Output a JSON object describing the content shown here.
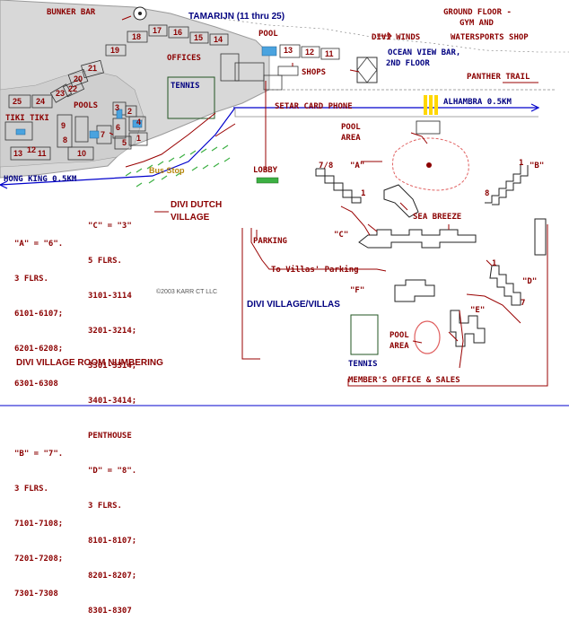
{
  "title": "DIVI VILLAGE ROOM NUMBERING",
  "places": {
    "bunker_bar": "BUNKER BAR",
    "tamarijn": "TAMARIJN (11 thru 25)",
    "pool_top": "POOL",
    "offices": "OFFICES",
    "shops": "SHOPS",
    "tennis_left": "TENNIS",
    "ground_floor": "GROUND FLOOR -",
    "gym_and": "GYM AND",
    "divi_winds": "DIVI WINDS",
    "watersports": "WATERSPORTS SHOP",
    "ocean_view": "OCEAN VIEW BAR,",
    "second_floor": "2ND FLOOR",
    "panther_trail": "PANTHER TRAIL",
    "alhambra": "ALHAMBRA 0.5KM",
    "setar": "SETAR CARD PHONE",
    "tiki_tiki": "TIKI TIKI",
    "pools_left": "POOLS",
    "bus_stop": "Bus Stop",
    "hong_king": "HONG KING 0.5KM",
    "pool_area": "POOL",
    "pool_area2": "AREA",
    "lobby": "LOBBY",
    "sea_breeze": "SEA BREEZE",
    "divi_dutch": "DIVI DUTCH",
    "village": "VILLAGE",
    "parking": "PARKING",
    "to_villas": "To Villas' Parking",
    "divi_villas": "DIVI VILLAGE/VILLAS",
    "pool_area_bottom": "POOL",
    "pool_area_bottom2": "AREA",
    "tennis_bottom": "TENNIS",
    "members_office": "MEMBER'S OFFICE & SALES",
    "copyright": "©2003 KARR CT LLC"
  },
  "building_labels": {
    "a": "\"A\"",
    "a_78": "7/8",
    "a_1": "1",
    "b": "\"B\"",
    "b_1": "1",
    "b_8": "8",
    "c": "\"C\"",
    "d": "\"D\"",
    "d_1": "1",
    "d_7": "7",
    "e": "\"E\"",
    "f": "\"F\""
  },
  "tamarijn_numbers": [
    "18",
    "17",
    "16",
    "15",
    "14",
    "19",
    "13",
    "12",
    "11",
    "20",
    "21",
    "22",
    "23",
    "24",
    "25",
    "13",
    "12",
    "11",
    "10",
    "9",
    "8",
    "7",
    "6",
    "5",
    "4",
    "3",
    "2",
    "1"
  ],
  "legend_left": {
    "heading": "\"A\" = \"6\".",
    "floors": "3 FLRS.",
    "rows": [
      "6101-6107;",
      "6201-6208;",
      "6301-6308"
    ],
    "heading2": "\"B\" = \"7\".",
    "floors2": "3 FLRS.",
    "rows2": [
      "7101-7108;",
      "7201-7208;",
      "7301-7308"
    ]
  },
  "legend_right": {
    "heading": "\"C\" = \"3\"",
    "floors": "5 FLRS.",
    "rows": [
      "3101-3114",
      "3201-3214;",
      "3301-3314;",
      "3401-3414;"
    ],
    "penthouse": "PENTHOUSE",
    "heading2": "\"D\" = \"8\".",
    "floors2": "3 FLRS.",
    "rows2": [
      "8101-8107;",
      "8201-8207;",
      "8301-8307"
    ]
  },
  "colors": {
    "label_red": "#8b0000",
    "label_navy": "#000080",
    "road_blue": "#0000cc",
    "land_gray": "#d6d6d6",
    "pool_blue": "#4aa3df",
    "vegetation_green": "#3cb043",
    "route_red": "#990000",
    "crosswalk_yellow": "#ffd700"
  }
}
